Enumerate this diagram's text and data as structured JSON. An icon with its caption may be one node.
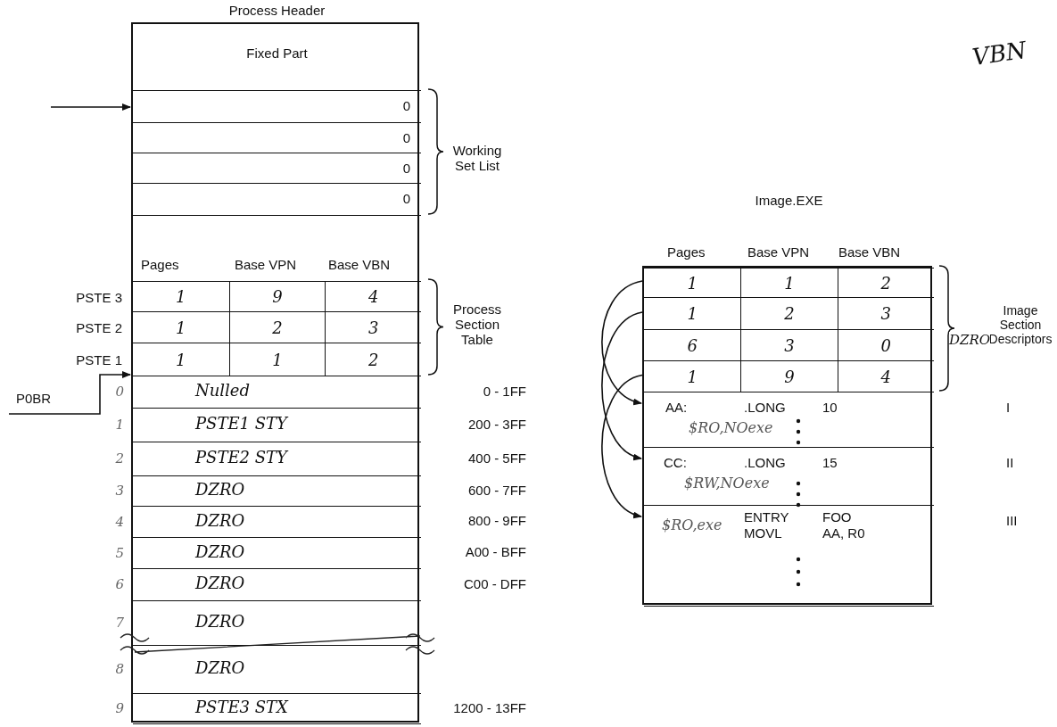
{
  "diagram": {
    "nodes": [
      {
        "text": [
          "Process Header"
        ]
      },
      {
        "text": [
          "Fixed Part"
        ],
        "in": 0
      },
      {
        "text": [
          "0"
        ],
        "in": 0
      },
      {
        "text": [
          "0"
        ],
        "in": 0
      },
      {
        "text": [
          "0"
        ],
        "in": 0
      },
      {
        "text": [
          "0"
        ],
        "in": 0
      },
      {
        "text": [
          "1",
          "9",
          "4"
        ],
        "in": 0,
        "beside": [
          "PSTE 3"
        ]
      },
      {
        "text": [
          "1",
          "2",
          "3"
        ],
        "in": 0,
        "beside": [
          "PSTE 2"
        ]
      },
      {
        "text": [
          "1",
          "1",
          "2"
        ],
        "in": 0,
        "beside": [
          "PSTE 1"
        ]
      },
      {
        "text": [
          "Nulled"
        ],
        "in": 0,
        "beside": [
          "0"
        ]
      },
      {
        "text": [
          "PSTE1 STY"
        ],
        "in": 0,
        "beside": [
          "1"
        ]
      },
      {
        "text": [
          "PSTE2 STY"
        ],
        "in": 0,
        "beside": [
          "2"
        ]
      },
      {
        "text": [
          "DZRO"
        ],
        "in": 0,
        "beside": [
          "3"
        ]
      },
      {
        "text": [
          "DZRO"
        ],
        "in": 0,
        "beside": [
          "4"
        ]
      },
      {
        "text": [
          "DZRO"
        ],
        "in": 0,
        "beside": [
          "5"
        ]
      },
      {
        "text": [
          "DZRO"
        ],
        "in": 0,
        "beside": [
          "6"
        ]
      },
      {
        "text": [
          "DZRO"
        ],
        "in": 0,
        "beside": [
          "7"
        ]
      },
      {
        "text": [
          "DZRO"
        ],
        "in": 0,
        "beside": [
          "8"
        ]
      },
      {
        "text": [
          "PSTE3 STX"
        ],
        "in": 0,
        "beside": [
          "9"
        ]
      },
      {
        "text": [
          "P0BR"
        ]
      },
      {
        "text": [
          "Image.EXE"
        ]
      },
      {
        "text": [
          "1",
          "1",
          "2"
        ],
        "in": 20
      },
      {
        "text": [
          "1",
          "2",
          "3"
        ],
        "in": 20
      },
      {
        "text": [
          "6",
          "3",
          "0"
        ],
        "in": 20
      },
      {
        "text": [
          "1",
          "9",
          "4"
        ],
        "in": 20
      },
      {
        "text": [
          "AA:",
          ".LONG",
          "10",
          "$RO,NOexe"
        ],
        "in": 20
      },
      {
        "text": [
          "CC:",
          ".LONG",
          "15",
          "$RW,NOexe"
        ],
        "in": 20
      },
      {
        "text": [
          "$RO,exe",
          "ENTRY",
          "FOO",
          "MOVL",
          "AA, R0"
        ],
        "in": 20
      }
    ],
    "edges": [
      {
        "from": null,
        "to": 2,
        "arrow": "to"
      },
      {
        "from": 19,
        "to": 9,
        "arrow": "to"
      },
      {
        "from": 21,
        "to": 25,
        "arrow": "to"
      },
      {
        "from": 22,
        "to": 26,
        "arrow": "to"
      },
      {
        "from": 24,
        "to": 27,
        "arrow": "to"
      }
    ],
    "labels": [
      "VBN",
      "Working Set List",
      "Pages",
      "Base VPN",
      "Base VBN",
      "Pages",
      "Base VPN",
      "Base VBN",
      "Process Section Table",
      "Image Section Descriptors",
      "DZRO",
      "0 - 1FF",
      "I",
      "200 - 3FF",
      "400 - 5FF",
      "II",
      "600 - 7FF",
      "800 - 9FF",
      "III",
      "A00 - BFF",
      "C00 - DFF",
      "1200 - 13FF"
    ]
  }
}
